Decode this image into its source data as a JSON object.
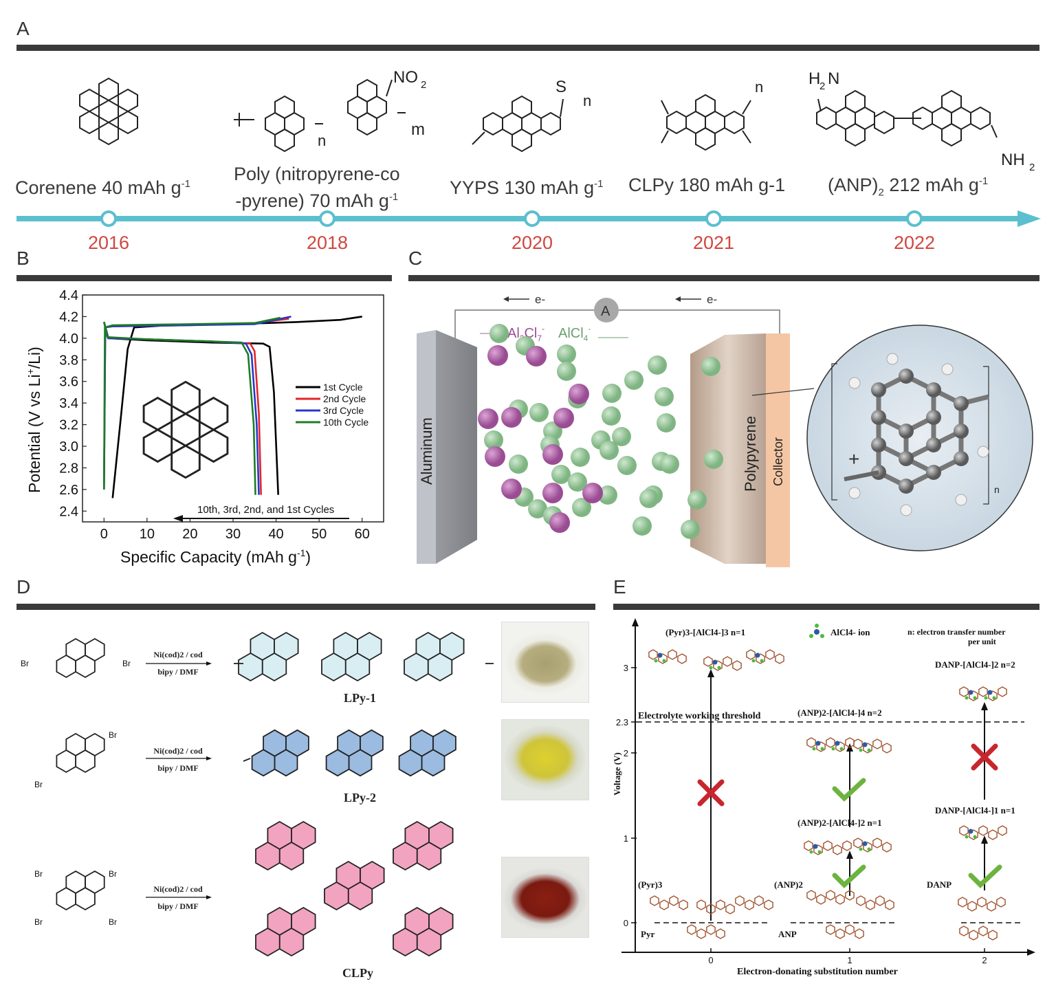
{
  "panels": {
    "a": "A",
    "b": "B",
    "c": "C",
    "d": "D",
    "e": "E"
  },
  "timeline": {
    "items": [
      {
        "label_html": "Corenene 40 mAh g<sup>-1</sup>",
        "label": "Corenene 40 mAh g-1",
        "year": "2016"
      },
      {
        "label": "Poly (nitropyrene-co -pyrene) 70 mAh g-1",
        "label_line1": "Poly (nitropyrene-co",
        "label_line2": "-pyrene) 70 mAh g",
        "label_line2_sup": "-1",
        "year": "2018"
      },
      {
        "label": "YYPS 130 mAh g-1",
        "year": "2020"
      },
      {
        "label": "CLPy 180 mAh g-1",
        "year": "2021"
      },
      {
        "label": "(ANP)2 212 mAh g-1",
        "year": "2022"
      }
    ],
    "struct_labels": {
      "no2": "NO",
      "no2_sub": "2",
      "m": "m",
      "n1": "n",
      "s": "S",
      "n2": "n",
      "n3": "n",
      "h2n": "H",
      "h2n_sub": "2",
      "h2n_n": "N",
      "nh2": "NH",
      "nh2_sub": "2"
    }
  },
  "chart_data": {
    "type": "line",
    "title": "",
    "xlabel": "Specific Capacity (mAh g-1)",
    "ylabel": "Potential (V vs Li+/Li)",
    "xlim": [
      -5,
      65
    ],
    "ylim": [
      2.3,
      4.4
    ],
    "xticks": [
      0,
      10,
      20,
      30,
      40,
      50,
      60
    ],
    "yticks": [
      2.4,
      2.6,
      2.8,
      3.0,
      3.2,
      3.4,
      3.6,
      3.8,
      4.0,
      4.2,
      4.4
    ],
    "legend_position": "right",
    "annotation": "10th, 3rd, 2nd, and 1st Cycles",
    "series": [
      {
        "name": "1st Cycle",
        "color": "#000000",
        "charge": [
          [
            2,
            2.52
          ],
          [
            4,
            3.3
          ],
          [
            5.5,
            3.9
          ],
          [
            7,
            4.1
          ],
          [
            15,
            4.12
          ],
          [
            30,
            4.13
          ],
          [
            45,
            4.15
          ],
          [
            55,
            4.17
          ],
          [
            60,
            4.2
          ]
        ],
        "discharge": [
          [
            0,
            4.15
          ],
          [
            1,
            4.0
          ],
          [
            10,
            3.98
          ],
          [
            25,
            3.96
          ],
          [
            37,
            3.95
          ],
          [
            38.5,
            3.92
          ],
          [
            39.5,
            3.5
          ],
          [
            40.5,
            2.55
          ]
        ]
      },
      {
        "name": "2nd Cycle",
        "color": "#e0262b",
        "charge": [
          [
            0,
            2.6
          ],
          [
            0.3,
            4.1
          ],
          [
            2,
            4.11
          ],
          [
            20,
            4.12
          ],
          [
            35,
            4.14
          ],
          [
            43,
            4.18
          ]
        ],
        "discharge": [
          [
            0,
            4.15
          ],
          [
            1,
            4.0
          ],
          [
            10,
            3.99
          ],
          [
            25,
            3.97
          ],
          [
            34,
            3.95
          ],
          [
            35,
            3.88
          ],
          [
            36,
            3.3
          ],
          [
            36.5,
            2.55
          ]
        ]
      },
      {
        "name": "3rd Cycle",
        "color": "#2637c8",
        "charge": [
          [
            0,
            2.6
          ],
          [
            0.3,
            4.1
          ],
          [
            2,
            4.11
          ],
          [
            20,
            4.12
          ],
          [
            35,
            4.13
          ],
          [
            43.5,
            4.2
          ]
        ],
        "discharge": [
          [
            0,
            4.15
          ],
          [
            1,
            4.0
          ],
          [
            10,
            3.99
          ],
          [
            25,
            3.97
          ],
          [
            33,
            3.95
          ],
          [
            34.3,
            3.85
          ],
          [
            35.5,
            3.2
          ],
          [
            36,
            2.55
          ]
        ]
      },
      {
        "name": "10th Cycle",
        "color": "#1c7c24",
        "charge": [
          [
            0,
            2.6
          ],
          [
            0.2,
            4.1
          ],
          [
            2,
            4.12
          ],
          [
            20,
            4.13
          ],
          [
            35,
            4.14
          ],
          [
            41,
            4.19
          ]
        ],
        "discharge": [
          [
            0,
            4.15
          ],
          [
            0.8,
            4.01
          ],
          [
            10,
            3.99
          ],
          [
            25,
            3.97
          ],
          [
            32,
            3.96
          ],
          [
            33.5,
            3.85
          ],
          [
            34.8,
            3.2
          ],
          [
            35.2,
            2.55
          ]
        ]
      }
    ]
  },
  "panel_c": {
    "ammeter": "A",
    "electron_left": "e-",
    "electron_right": "e-",
    "al2cl7": "Al2Cl7-",
    "alcl4": "AlCl4-",
    "aluminum": "Aluminum",
    "polypyrene": "Polypyrene",
    "collector": "Collector",
    "n_sub": "n"
  },
  "panel_d": {
    "br": "Br",
    "cond_top": "Ni(cod)2 / cod",
    "cond_bottom": "bipy / DMF",
    "products": [
      "LPy-1",
      "LPy-2",
      "CLPy"
    ]
  },
  "panel_e": {
    "ylabel": "Voltage (V)",
    "xlabel": "Electron-donating substitution number",
    "yticks": [
      "0",
      "1",
      "2",
      "2.3",
      "3"
    ],
    "xticks": [
      "0",
      "1",
      "2"
    ],
    "threshold": "Electrolyte working threshold",
    "legend_ion": "AlCl4- ion",
    "legend_n": "n: electron transfer number per unit",
    "labels": {
      "pyr3_top": "(Pyr)3-[AlCl4-]3 n=1",
      "anp2_n2": "(ANP)2-[AlCl4-]4 n=2",
      "anp2_n1": "(ANP)2-[AlCl4-]2 n=1",
      "danp_n2": "DANP-[AlCl4-]2 n=2",
      "danp_n1": "DANP-[AlCl4-]1 n=1",
      "pyr3": "(Pyr)3",
      "anp2": "(ANP)2",
      "danp": "DANP",
      "pyr": "Pyr",
      "anp": "ANP"
    }
  },
  "colors": {
    "rule": "#3a3a3a",
    "timeline": "#5bbfcf",
    "year": "#d0463f",
    "cross": "#c8262e",
    "check": "#6cb33f"
  }
}
